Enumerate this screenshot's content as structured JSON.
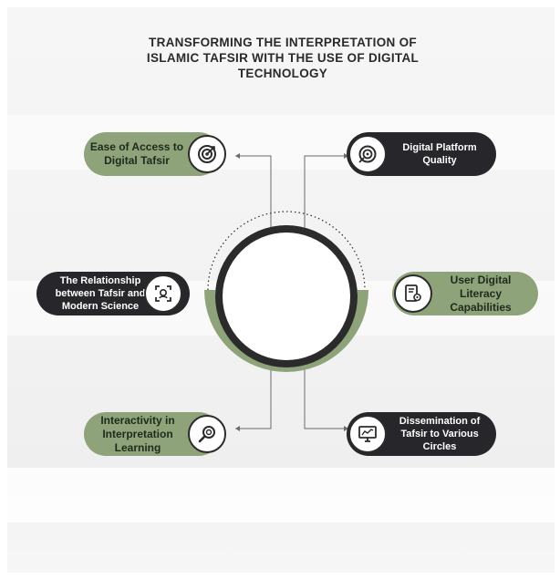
{
  "title": "TRANSFORMING THE INTERPRETATION OF ISLAMIC TAFSIR WITH THE USE OF DIGITAL TECHNOLOGY",
  "colors": {
    "green": "#8ea37a",
    "dark": "#27272b",
    "line": "#6b6b6b"
  },
  "nodes": {
    "access": {
      "label": "Ease of Access to Digital Tafsir",
      "icon": "target-icon"
    },
    "relationship": {
      "label": "The Relationship between Tafsir and Modern Science",
      "icon": "science-frame-icon"
    },
    "interactivity": {
      "label": "Interactivity in Interpretation Learning",
      "icon": "magnifier-icon"
    },
    "platform": {
      "label": "Digital Platform Quality",
      "icon": "target-arrow-icon"
    },
    "literacy": {
      "label": "User Digital Literacy Capabilities",
      "icon": "tablet-gear-icon"
    },
    "dissemination": {
      "label": "Dissemination of Tafsir to Various Circles",
      "icon": "monitor-chart-icon"
    }
  }
}
